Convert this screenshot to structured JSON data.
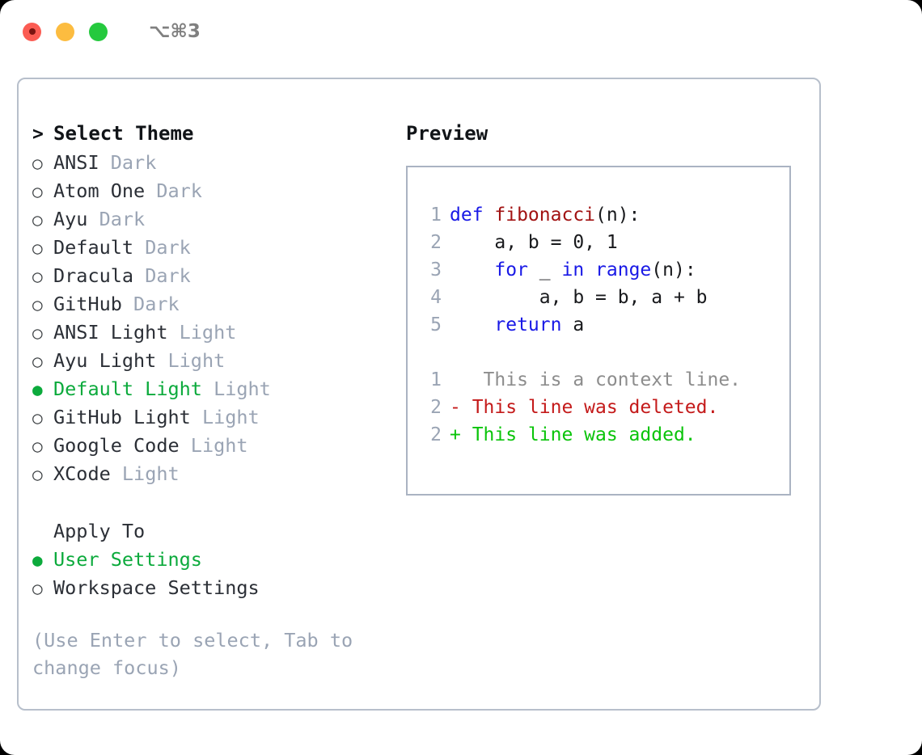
{
  "titlebar": {
    "shortcut": "⌥⌘3",
    "lights": [
      "close-red",
      "minimize-yellow",
      "maximize-green"
    ]
  },
  "theme_picker": {
    "heading_marker": ">",
    "heading": "Select Theme",
    "marker_unselected": "○",
    "marker_selected": "●",
    "items": [
      {
        "label": "ANSI",
        "variant": "Dark",
        "selected": false
      },
      {
        "label": "Atom One",
        "variant": "Dark",
        "selected": false
      },
      {
        "label": "Ayu",
        "variant": "Dark",
        "selected": false
      },
      {
        "label": "Default",
        "variant": "Dark",
        "selected": false
      },
      {
        "label": "Dracula",
        "variant": "Dark",
        "selected": false
      },
      {
        "label": "GitHub",
        "variant": "Dark",
        "selected": false
      },
      {
        "label": "ANSI Light",
        "variant": "Light",
        "selected": false
      },
      {
        "label": "Ayu Light",
        "variant": "Light",
        "selected": false
      },
      {
        "label": "Default Light",
        "variant": "Light",
        "selected": true
      },
      {
        "label": "GitHub Light",
        "variant": "Light",
        "selected": false
      },
      {
        "label": "Google Code",
        "variant": "Light",
        "selected": false
      },
      {
        "label": "XCode",
        "variant": "Light",
        "selected": false
      }
    ]
  },
  "apply_to": {
    "heading": "Apply To",
    "items": [
      {
        "label": "User Settings",
        "selected": true
      },
      {
        "label": "Workspace Settings",
        "selected": false
      }
    ]
  },
  "hint": "(Use Enter to select, Tab to change focus)",
  "preview": {
    "title": "Preview",
    "code_lines": [
      {
        "no": "1",
        "tokens": [
          {
            "t": "def ",
            "c": "kw"
          },
          {
            "t": "fibonacci",
            "c": "fn"
          },
          {
            "t": "(n):",
            "c": "plain"
          }
        ]
      },
      {
        "no": "2",
        "tokens": [
          {
            "t": "    a, b = 0, 1",
            "c": "plain"
          }
        ]
      },
      {
        "no": "3",
        "tokens": [
          {
            "t": "    ",
            "c": "plain"
          },
          {
            "t": "for",
            "c": "kw"
          },
          {
            "t": " _ ",
            "c": "plain"
          },
          {
            "t": "in",
            "c": "kw"
          },
          {
            "t": " ",
            "c": "plain"
          },
          {
            "t": "range",
            "c": "kw"
          },
          {
            "t": "(n):",
            "c": "plain"
          }
        ]
      },
      {
        "no": "4",
        "tokens": [
          {
            "t": "        a, b = b, a + b",
            "c": "plain"
          }
        ]
      },
      {
        "no": "5",
        "tokens": [
          {
            "t": "    ",
            "c": "plain"
          },
          {
            "t": "return",
            "c": "kw"
          },
          {
            "t": " a",
            "c": "plain"
          }
        ]
      }
    ],
    "diff_lines": [
      {
        "no": "1",
        "sign": " ",
        "text": "  This is a context line.",
        "kind": "ctx"
      },
      {
        "no": "2",
        "sign": "-",
        "text": " This line was deleted.",
        "kind": "del"
      },
      {
        "no": "2",
        "sign": "+",
        "text": " This line was added.",
        "kind": "add"
      }
    ]
  },
  "colors": {
    "accent_green": "#0caa3c",
    "muted": "#9aa4b4",
    "keyword_blue": "#1919e6",
    "function_red": "#a11212",
    "diff_delete": "#c41a1a",
    "diff_add": "#0ac40a",
    "border": "#b7bfcb"
  }
}
